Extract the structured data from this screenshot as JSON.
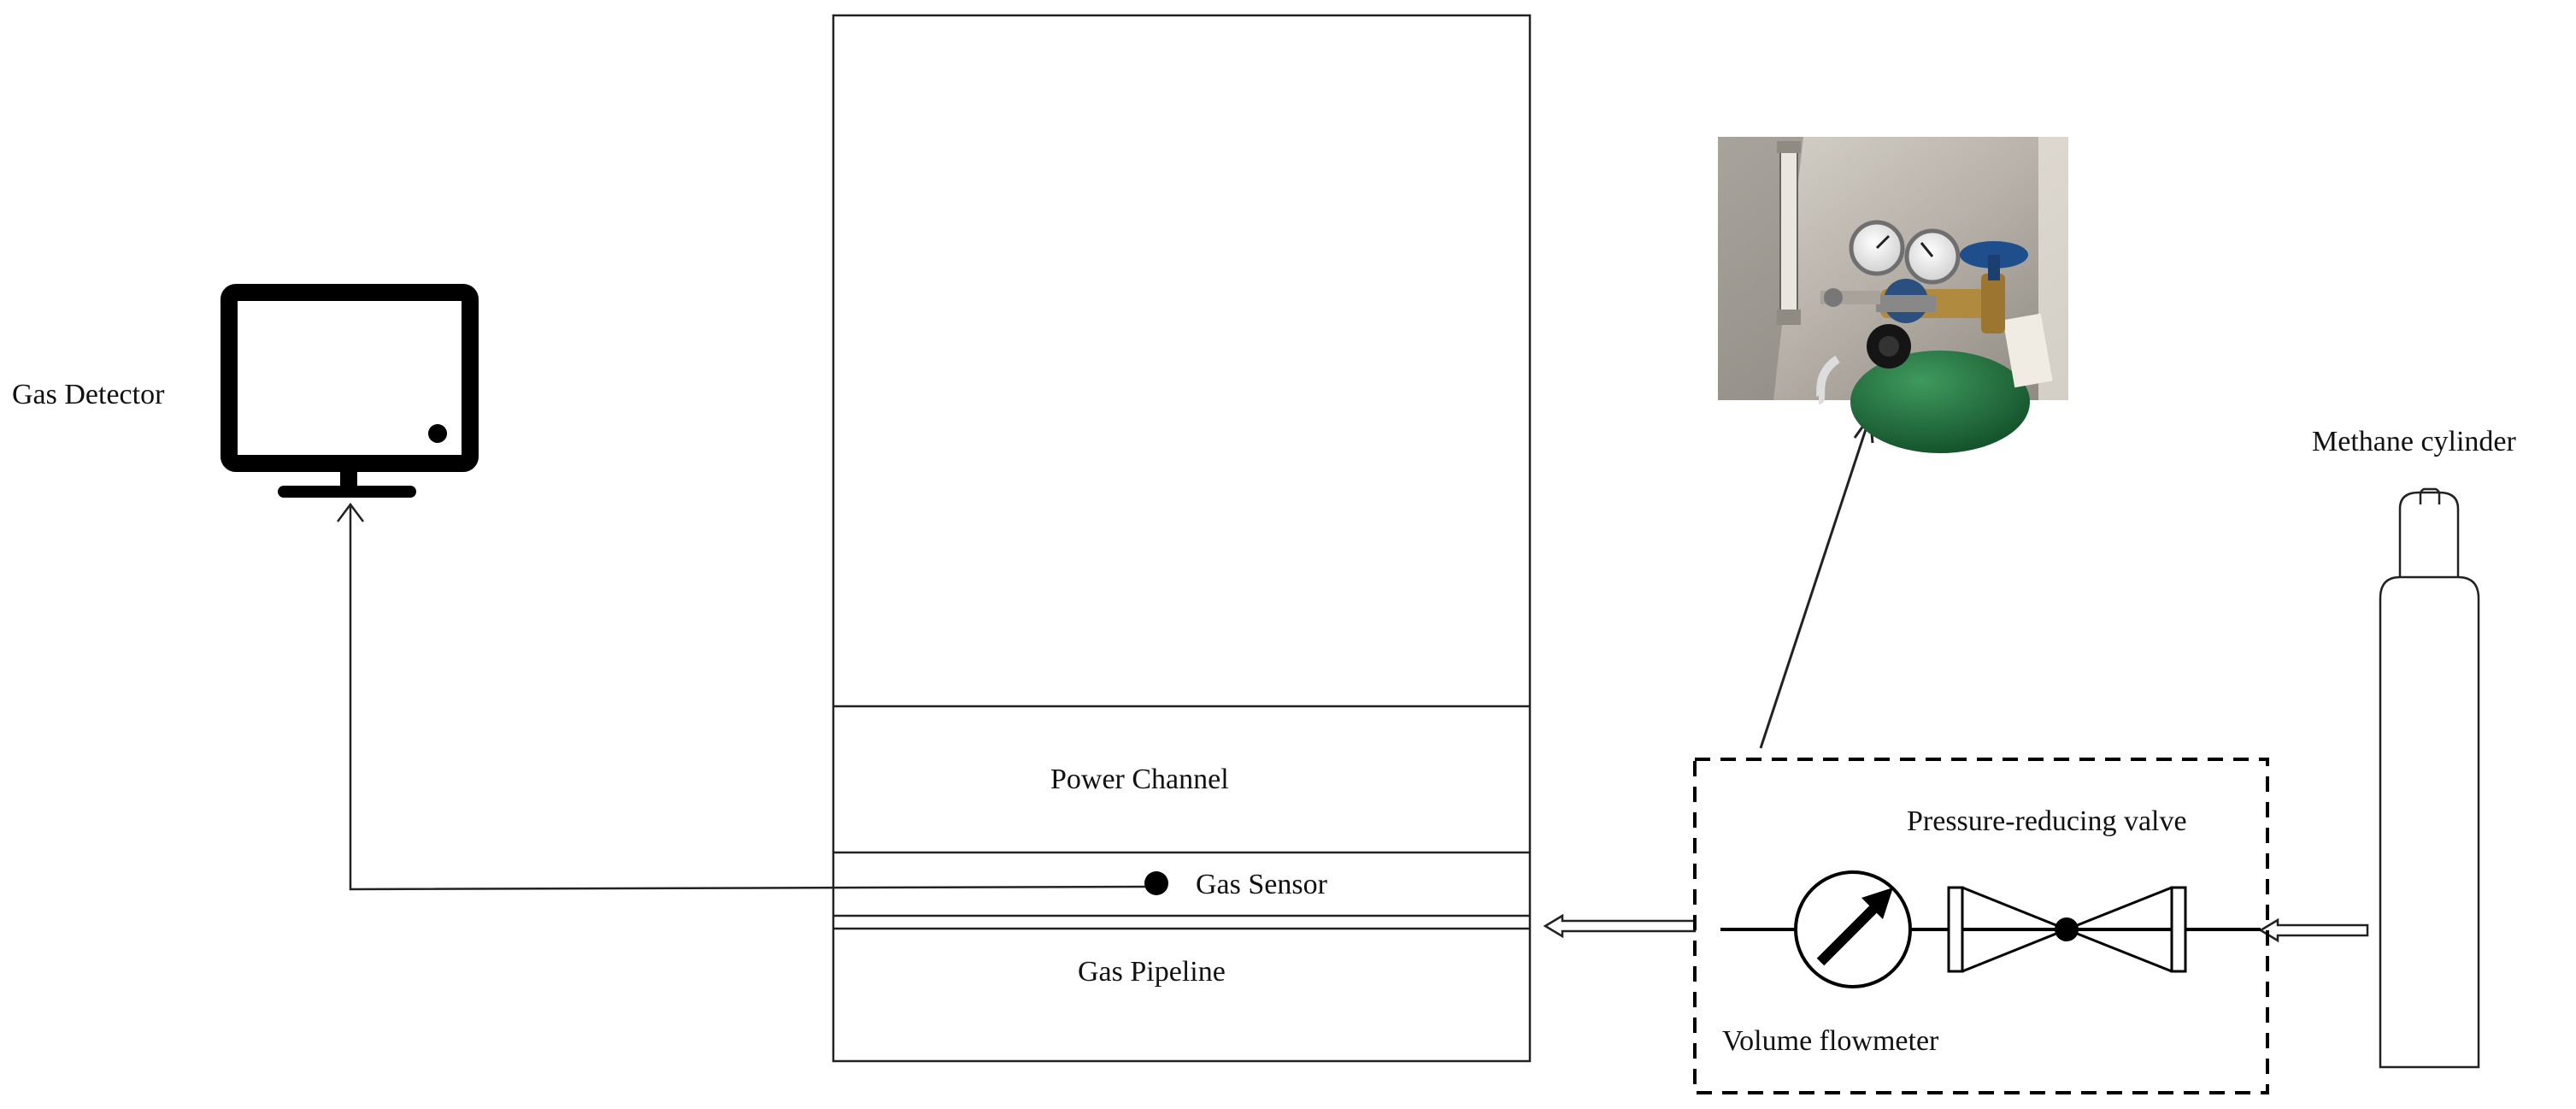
{
  "labels": {
    "gas_detector": "Gas Detector",
    "power_channel": "Power Channel",
    "gas_sensor": "Gas Sensor",
    "gas_pipeline": "Gas Pipeline",
    "pressure_reducing_valve": "Pressure-reducing valve",
    "volume_flowmeter": "Volume flowmeter",
    "methane_cylinder": "Methane cylinder"
  },
  "icons": {
    "detector": "monitor-icon",
    "flowmeter": "flowmeter-gauge-icon",
    "valve": "pressure-reducing-valve-icon",
    "cylinder": "gas-cylinder-icon",
    "photo": "regulator-photo"
  },
  "colors": {
    "line": "#222222",
    "photo_wall": "#b9b4ad",
    "cylinder_green": "#1f6a3c",
    "valve_blue": "#1e4f8c",
    "brass": "#b08a3e"
  }
}
